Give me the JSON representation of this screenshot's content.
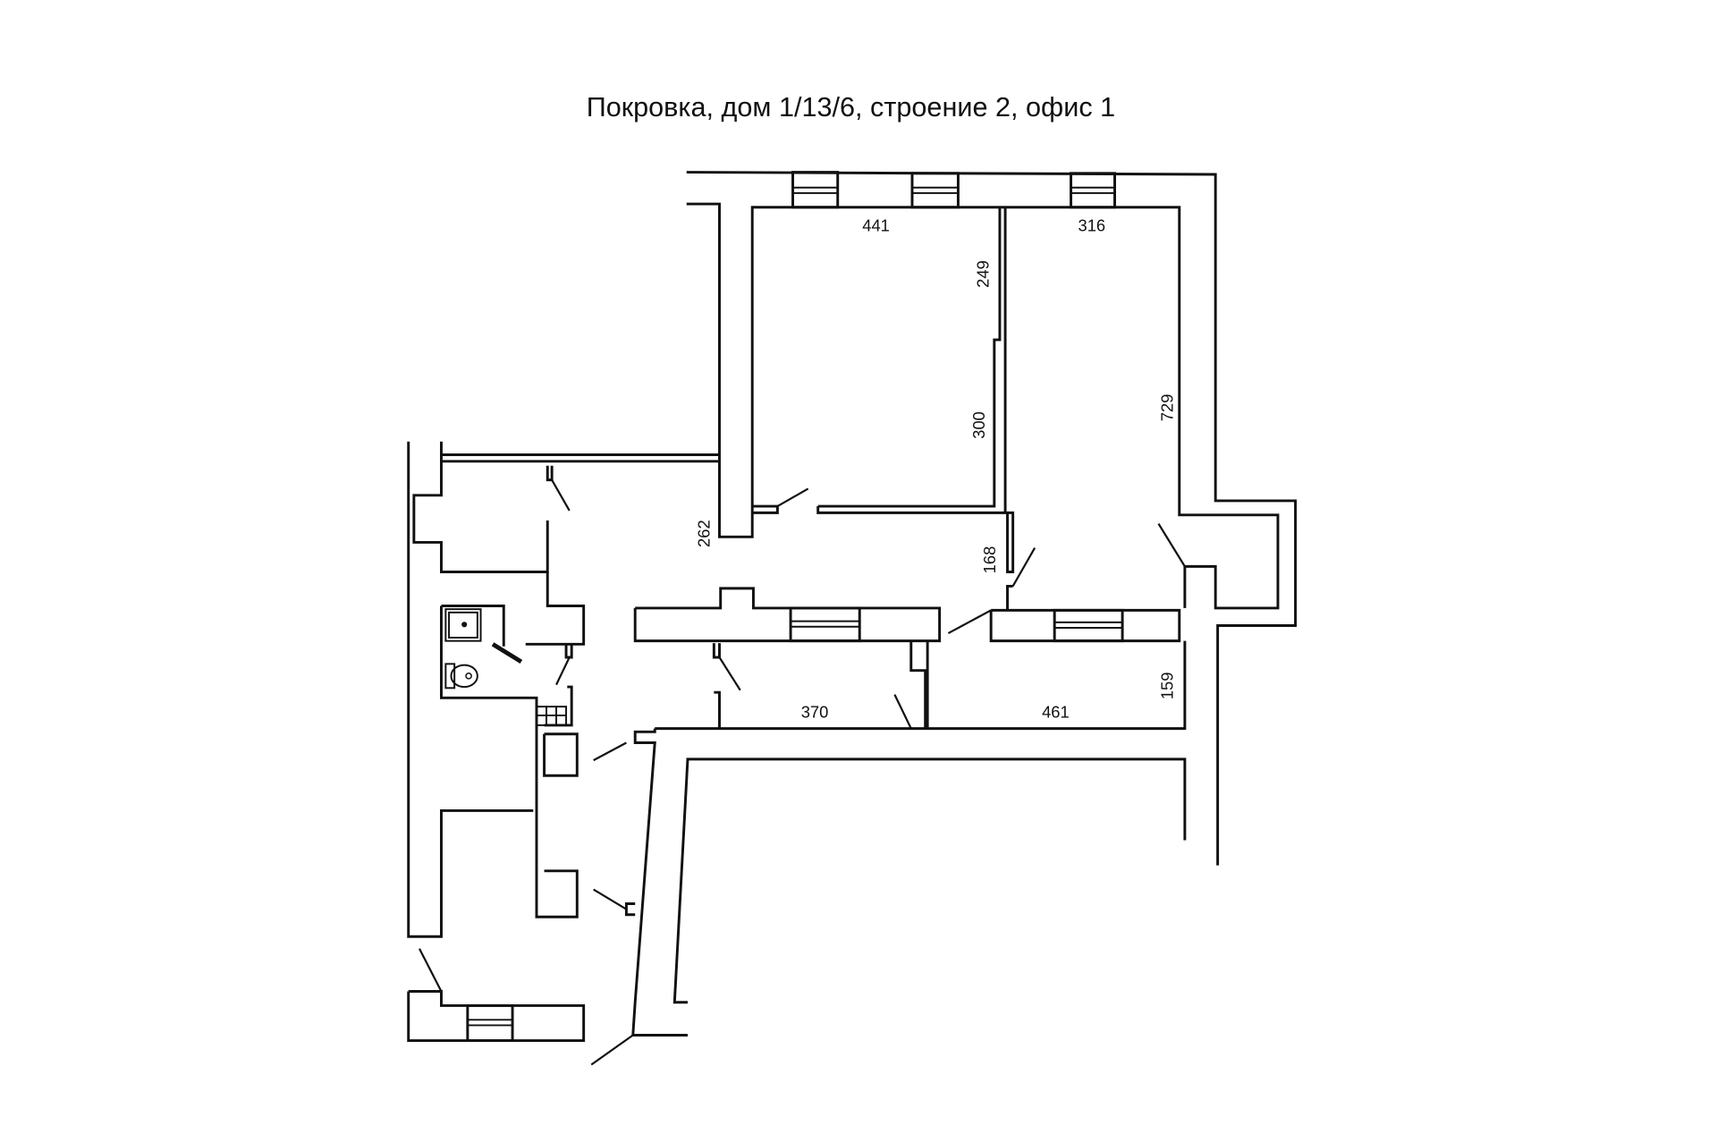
{
  "title": "Покровка, дом 1/13/6, строение 2, офис 1",
  "dimensions": {
    "room1_width": "441",
    "room2_width": "316",
    "partition_upper": "249",
    "partition_lower": "300",
    "room2_length": "729",
    "corridor_width": "262",
    "doorway": "168",
    "room3_width": "370",
    "room4_width": "461",
    "room4_depth": "159"
  },
  "colors": {
    "line": "#111111",
    "background": "#ffffff"
  }
}
